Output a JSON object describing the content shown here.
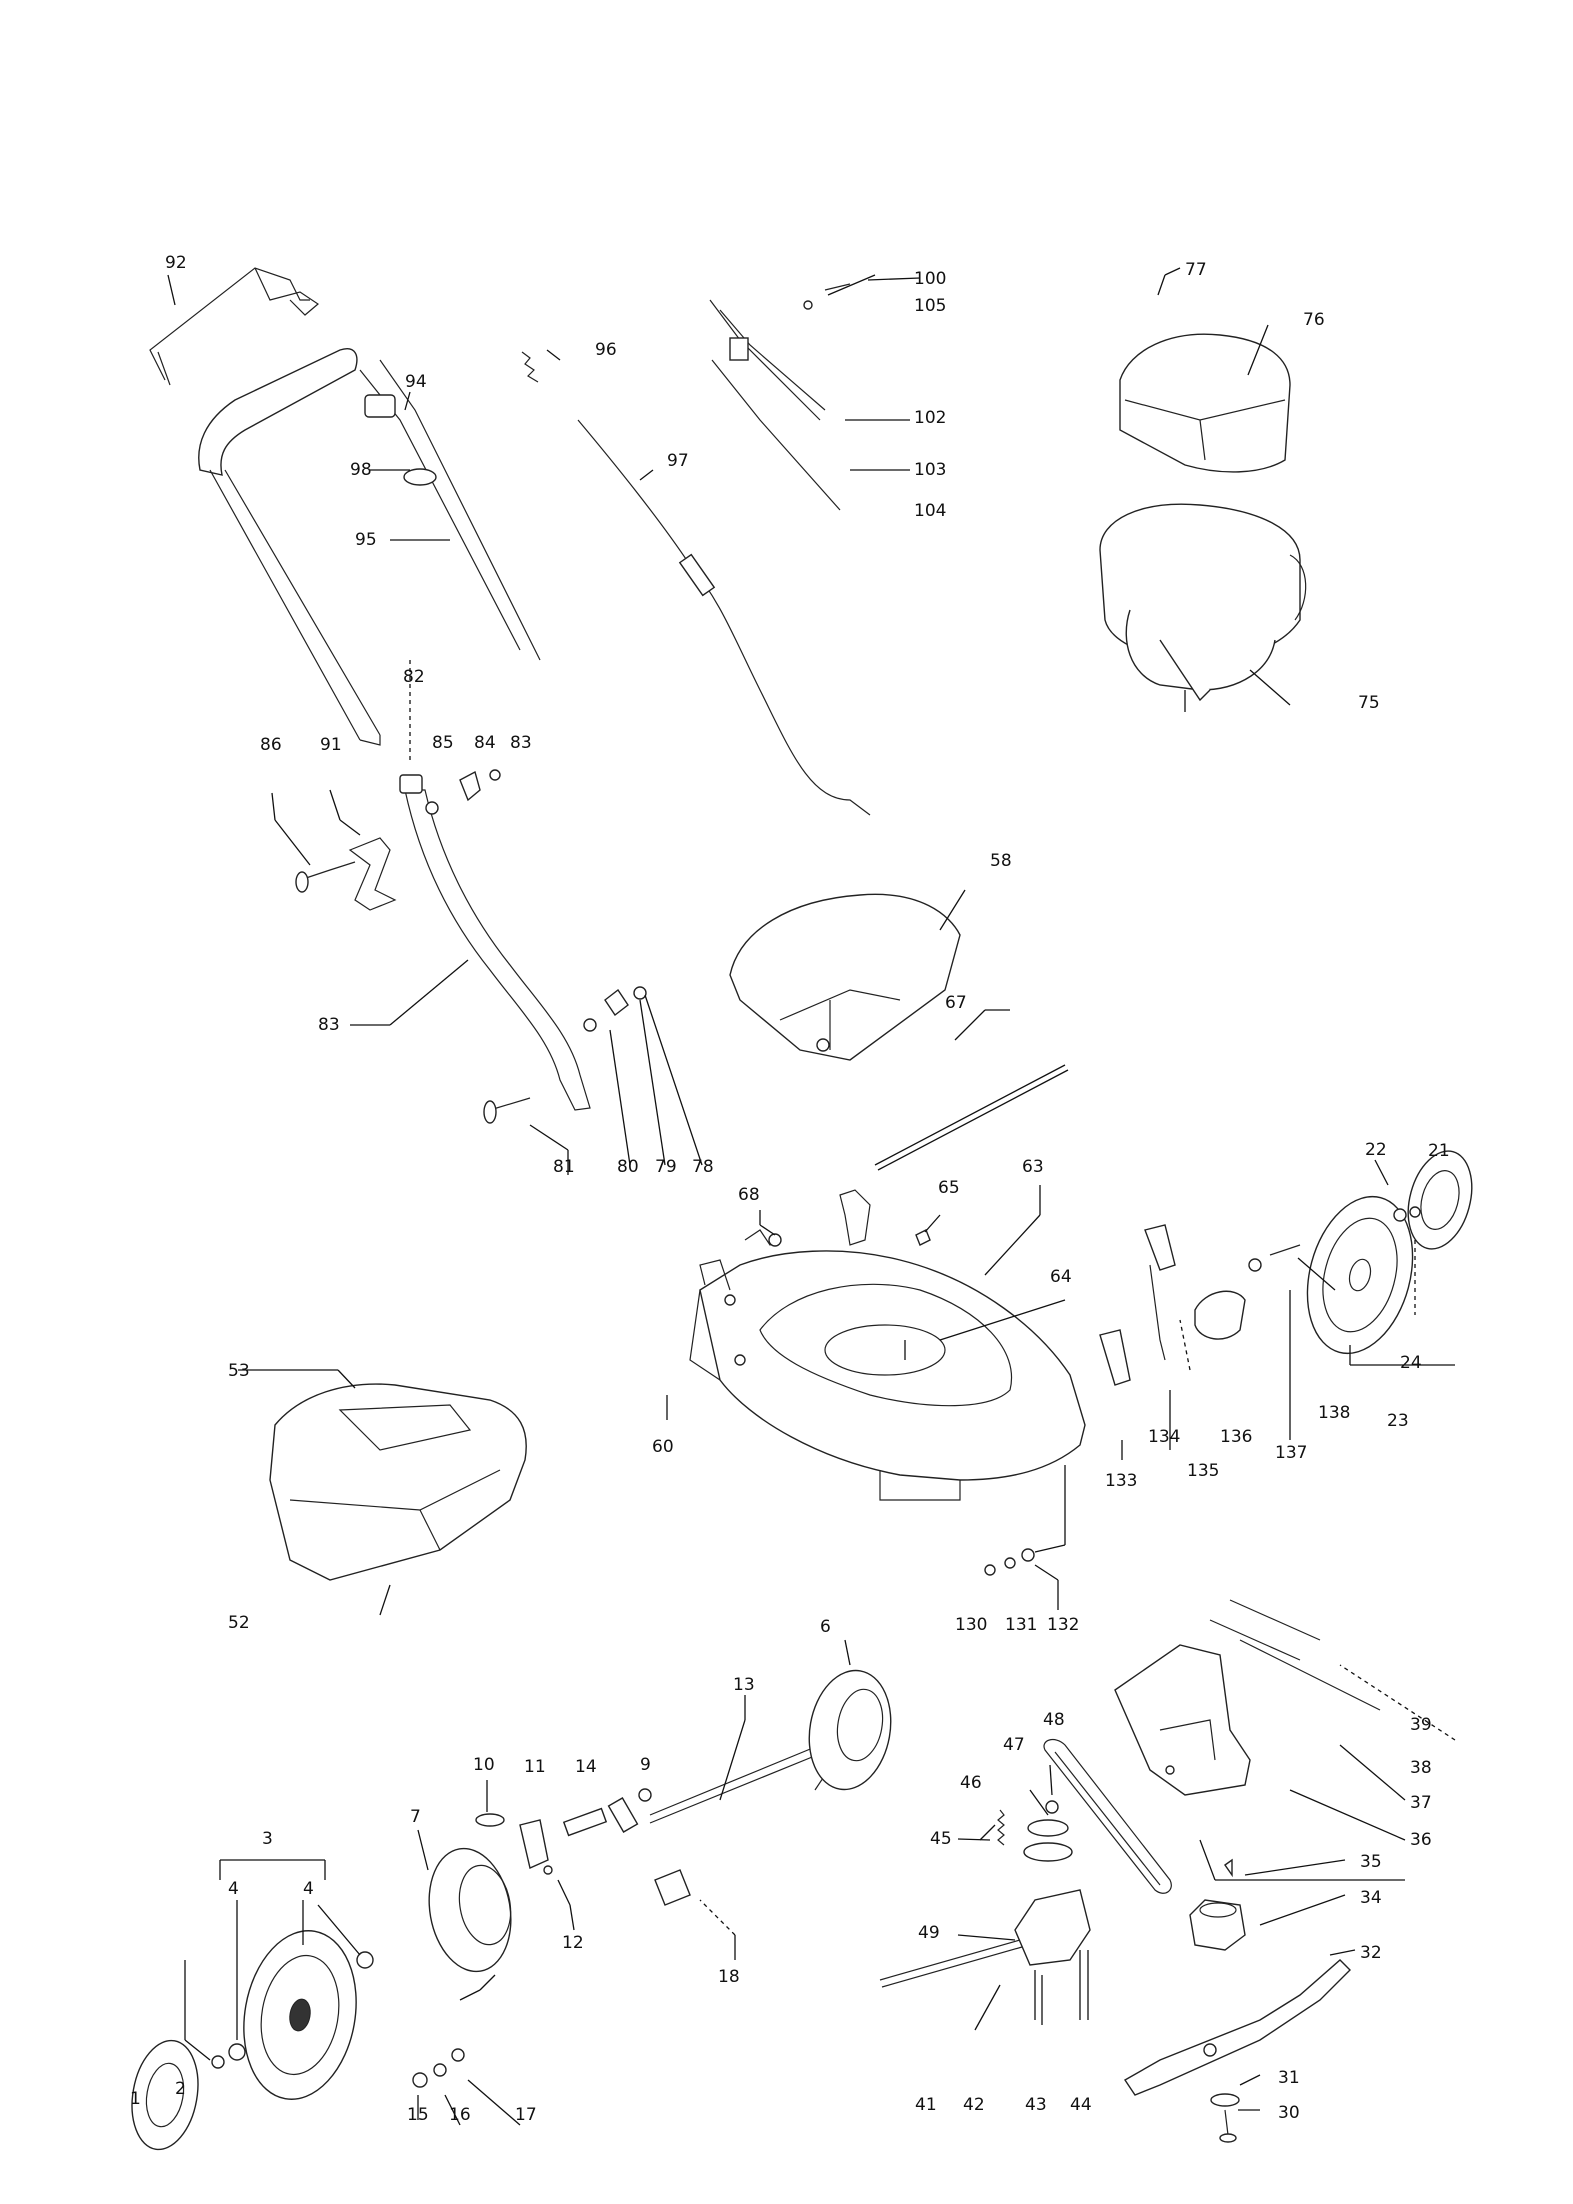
{
  "callouts": [
    "1",
    "2",
    "3",
    "4",
    "4",
    "6",
    "7",
    "9",
    "10",
    "11",
    "12",
    "13",
    "14",
    "15",
    "16",
    "17",
    "18",
    "21",
    "22",
    "23",
    "24",
    "30",
    "31",
    "32",
    "34",
    "35",
    "36",
    "37",
    "38",
    "39",
    "41",
    "42",
    "43",
    "44",
    "45",
    "46",
    "47",
    "48",
    "49",
    "52",
    "53",
    "58",
    "60",
    "63",
    "64",
    "65",
    "67",
    "68",
    "75",
    "76",
    "77",
    "78",
    "79",
    "80",
    "81",
    "82",
    "83",
    "83",
    "84",
    "85",
    "86",
    "91",
    "92",
    "94",
    "95",
    "96",
    "97",
    "98",
    "100",
    "102",
    "103",
    "104",
    "105",
    "130",
    "131",
    "132",
    "133",
    "134",
    "135",
    "136",
    "137",
    "138"
  ],
  "colors": {
    "line": "#111111",
    "paper": "#ffffff"
  }
}
